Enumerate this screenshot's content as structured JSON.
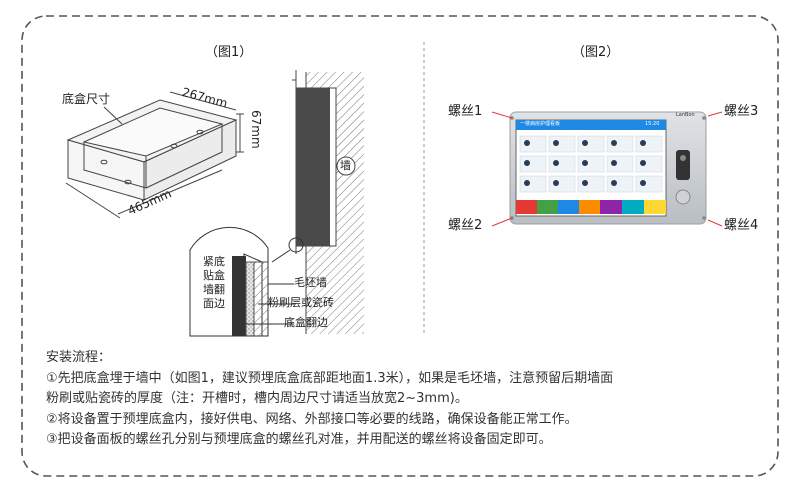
{
  "figure1": {
    "caption": "（图1）",
    "box_label": "底盒尺寸",
    "dim_depth": "267mm",
    "dim_height": "67mm",
    "dim_width": "465mm",
    "wall_label": "墙",
    "detail_note": [
      "紧底",
      "贴盒",
      "墙翻",
      "面边"
    ],
    "detail_labels": [
      "毛坯墙",
      "粉刷层或瓷砖",
      "底盒翻边"
    ]
  },
  "figure2": {
    "caption": "（图2）",
    "screws": {
      "s1": "螺丝1",
      "s2": "螺丝2",
      "s3": "螺丝3",
      "s4": "螺丝4"
    },
    "brand": "LanBon",
    "screen_title": "一楼病房护理看板",
    "screen_time": "15:20"
  },
  "instructions": {
    "title": "安装流程：",
    "lines": [
      "①先把底盒埋于墙中（如图1，建议预埋底盒底部距地面1.3米），如果是毛坯墙，注意预留后期墙面",
      "粉刷或贴瓷砖的厚度（注：开槽时，槽内周边尺寸请适当放宽2~3mm)。",
      "②将设备置于预埋底盒内，接好供电、网络、外部接口等必要的线路，确保设备能正常工作。",
      "③把设备面板的螺丝孔分别与预埋底盒的螺丝孔对准，并用配送的螺丝将设备固定即可。"
    ]
  },
  "colors": {
    "frame": "#555555",
    "device_frame": "#c8ccd0",
    "screen_bg": "#ffffff",
    "screen_header": "#1e88e5",
    "callout": "#e53935",
    "tab_colors": [
      "#e53935",
      "#43a047",
      "#1e88e5",
      "#fb8c00",
      "#8e24aa",
      "#00acc1",
      "#fdd835"
    ]
  }
}
